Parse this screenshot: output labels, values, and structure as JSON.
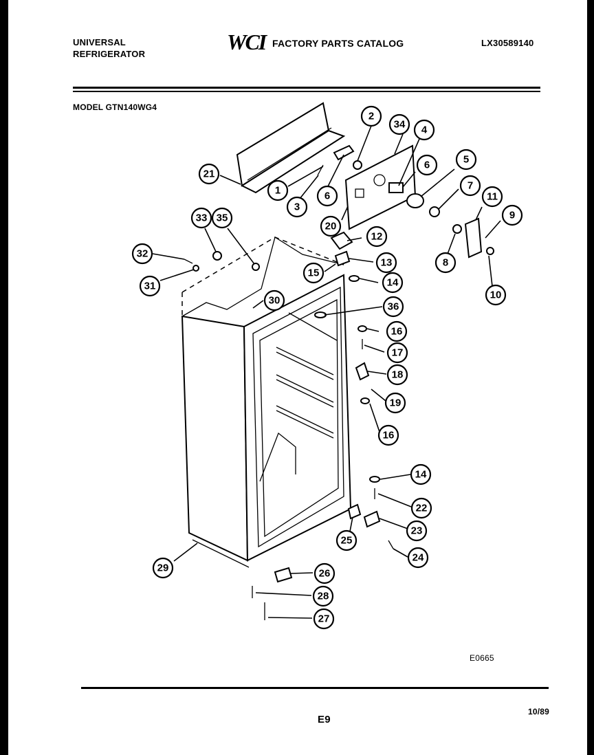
{
  "header": {
    "brand_line1": "UNIVERSAL",
    "brand_line2": "REFRIGERATOR",
    "logo": "WCI",
    "catalog_title": "FACTORY PARTS CATALOG",
    "catalog_number": "LX30589140"
  },
  "model_label": "MODEL GTN140WG4",
  "footer": {
    "figure_code": "E0665",
    "page_number": "E9",
    "date_code": "10/89"
  },
  "callouts": [
    "1",
    "2",
    "3",
    "4",
    "5",
    "6",
    "6",
    "7",
    "8",
    "9",
    "10",
    "11",
    "12",
    "13",
    "14",
    "14",
    "15",
    "16",
    "16",
    "17",
    "18",
    "19",
    "20",
    "21",
    "22",
    "23",
    "24",
    "25",
    "26",
    "27",
    "28",
    "29",
    "30",
    "31",
    "32",
    "33",
    "34",
    "35",
    "36"
  ]
}
